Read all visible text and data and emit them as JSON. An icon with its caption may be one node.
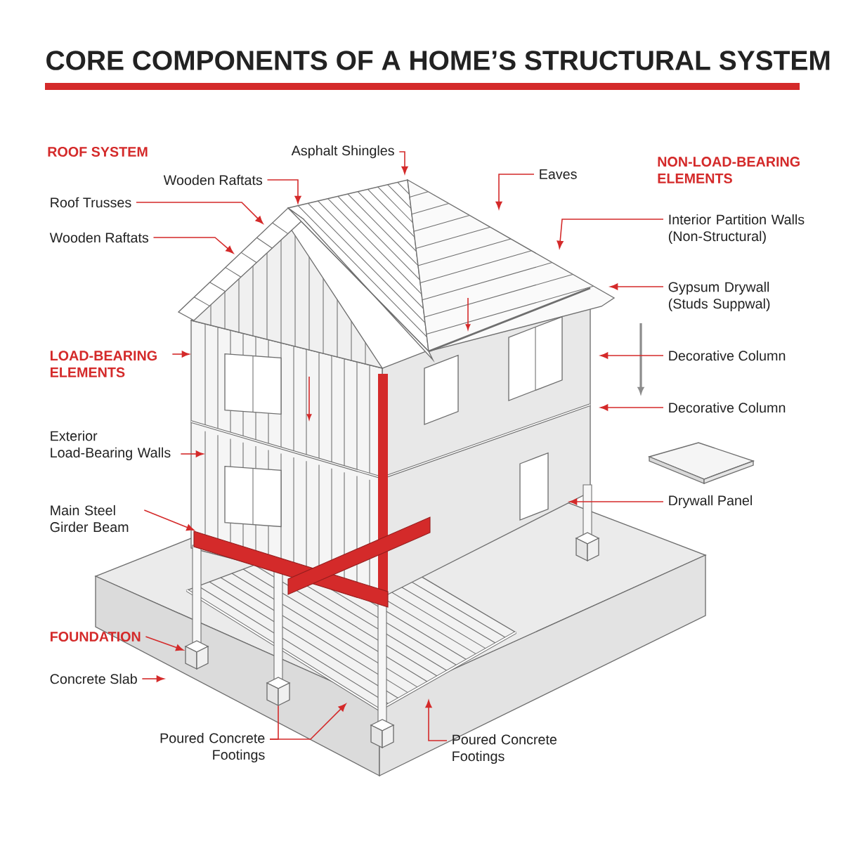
{
  "diagram": {
    "title": "CORE COMPONENTS OF A HOME’S STRUCTURAL SYSTEM",
    "nodes": [
      {
        "text": [
          "Asphalt Shingles"
        ]
      },
      {
        "text": [
          "Wooden Raftats"
        ]
      },
      {
        "text": [
          "Roof Trusses"
        ]
      },
      {
        "text": [
          "Wooden Raftats"
        ]
      },
      {
        "text": [
          "LOAD-BEARING ELEMENTS"
        ]
      },
      {
        "text": [
          "Exterior Load-Bearing Walls"
        ]
      },
      {
        "text": [
          "Main Steel Girder Beam"
        ]
      },
      {
        "text": [
          "FOUNDATION"
        ]
      },
      {
        "text": [
          "Concrete Slab"
        ]
      },
      {
        "text": [
          "Poured Concrete Footings"
        ]
      },
      {
        "text": [
          "Poured Concrete Footings"
        ]
      },
      {
        "text": [
          "Eaves"
        ]
      },
      {
        "text": [
          "Interior Partition Walls (Non-Structural)"
        ]
      },
      {
        "text": [
          "Gypsum Drywall (Studs Suppwal)"
        ]
      },
      {
        "text": [
          "Decorative Column"
        ]
      },
      {
        "text": [
          "Decorative Column"
        ]
      },
      {
        "text": [
          "Drywall Panel"
        ]
      },
      {
        "text": [],
        "shape": "cube"
      },
      {
        "text": [],
        "shape": "cube"
      },
      {
        "text": [],
        "shape": "cube"
      },
      {
        "text": [],
        "shape": "cube"
      },
      {
        "text": [],
        "shape": "bar"
      },
      {
        "text": [],
        "shape": "bar"
      }
    ],
    "edges": [
      {
        "from": 0,
        "to": null,
        "arrow": "to"
      },
      {
        "from": 1,
        "to": null,
        "arrow": "to"
      },
      {
        "from": 2,
        "to": null,
        "arrow": "to"
      },
      {
        "from": 3,
        "to": null,
        "arrow": "to"
      },
      {
        "from": 4,
        "to": null,
        "arrow": "to"
      },
      {
        "from": 5,
        "to": null,
        "arrow": "to"
      },
      {
        "from": 6,
        "to": 21,
        "arrow": "to"
      },
      {
        "from": 7,
        "to": 17,
        "arrow": "to"
      },
      {
        "from": 8,
        "to": null,
        "arrow": "to"
      },
      {
        "from": 9,
        "to": 18,
        "arrow": "none"
      },
      {
        "from": 9,
        "to": null,
        "arrow": "to"
      },
      {
        "from": 10,
        "to": null,
        "arrow": "to"
      },
      {
        "from": 11,
        "to": null,
        "arrow": "to"
      },
      {
        "from": 12,
        "to": null,
        "arrow": "to"
      },
      {
        "from": 13,
        "to": null,
        "arrow": "to"
      },
      {
        "from": 14,
        "to": null,
        "arrow": "to"
      },
      {
        "from": 15,
        "to": null,
        "arrow": "to"
      },
      {
        "from": 16,
        "to": null,
        "arrow": "to"
      }
    ],
    "labels": [
      "ROOF SYSTEM",
      "NON-LOAD-BEARING ELEMENTS"
    ]
  }
}
